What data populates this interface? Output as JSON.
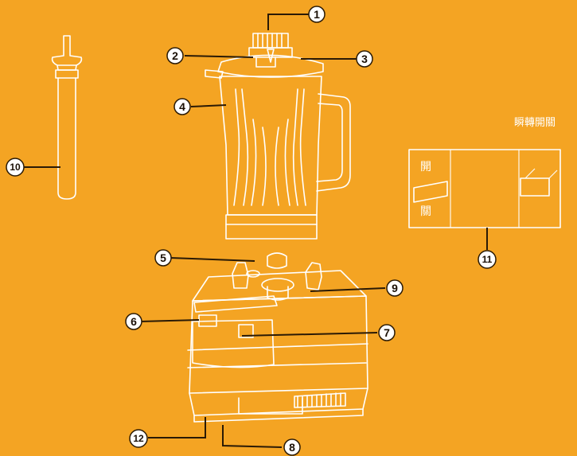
{
  "callouts": [
    "1",
    "2",
    "3",
    "4",
    "5",
    "6",
    "7",
    "8",
    "9",
    "10",
    "11",
    "12"
  ],
  "switch_panel": {
    "pulse_label": "瞬轉開關",
    "on_label": "開",
    "off_label": "關"
  },
  "colors": {
    "background": "#F4A423",
    "line_art": "#FFFFFF",
    "callout_fill": "#FFFFFF",
    "callout_text": "#1B1006"
  }
}
